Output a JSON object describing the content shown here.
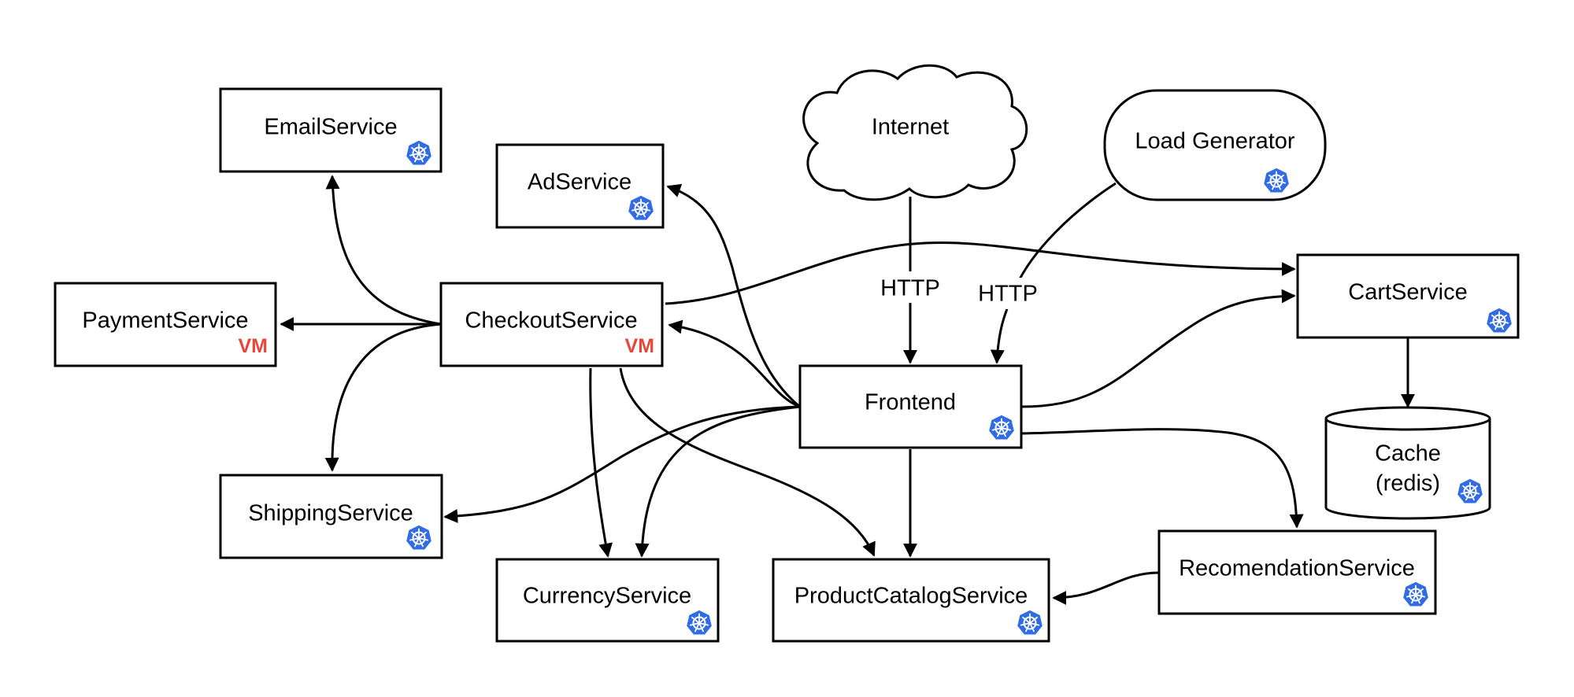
{
  "colors": {
    "k8s_badge": "#326ce5",
    "vm_label": "#e8463a",
    "line": "#000000",
    "background": "#ffffff"
  },
  "nodes": {
    "email": {
      "label": "EmailService",
      "badge": "kubernetes-icon"
    },
    "ad": {
      "label": "AdService",
      "badge": "kubernetes-icon"
    },
    "internet": {
      "label": "Internet"
    },
    "loadgen": {
      "label": "Load Generator",
      "badge": "kubernetes-icon"
    },
    "payment": {
      "label": "PaymentService",
      "badge": "VM"
    },
    "checkout": {
      "label": "CheckoutService",
      "badge": "VM"
    },
    "cart": {
      "label": "CartService",
      "badge": "kubernetes-icon"
    },
    "frontend": {
      "label": "Frontend",
      "badge": "kubernetes-icon"
    },
    "cache": {
      "label_line1": "Cache",
      "label_line2": "(redis)",
      "badge": "kubernetes-icon"
    },
    "shipping": {
      "label": "ShippingService",
      "badge": "kubernetes-icon"
    },
    "currency": {
      "label": "CurrencyService",
      "badge": "kubernetes-icon"
    },
    "catalog": {
      "label": "ProductCatalogService",
      "badge": "kubernetes-icon"
    },
    "recommend": {
      "label": "RecomendationService",
      "badge": "kubernetes-icon"
    }
  },
  "edge_labels": {
    "internet_http": "HTTP",
    "loadgen_http": "HTTP"
  },
  "edges": [
    {
      "from": "checkout",
      "to": "email"
    },
    {
      "from": "checkout",
      "to": "payment"
    },
    {
      "from": "checkout",
      "to": "shipping"
    },
    {
      "from": "checkout",
      "to": "currency"
    },
    {
      "from": "checkout",
      "to": "catalog"
    },
    {
      "from": "checkout",
      "to": "cart"
    },
    {
      "from": "frontend",
      "to": "ad"
    },
    {
      "from": "frontend",
      "to": "checkout"
    },
    {
      "from": "frontend",
      "to": "shipping"
    },
    {
      "from": "frontend",
      "to": "currency"
    },
    {
      "from": "frontend",
      "to": "catalog"
    },
    {
      "from": "frontend",
      "to": "cart"
    },
    {
      "from": "frontend",
      "to": "recommend"
    },
    {
      "from": "internet",
      "to": "frontend",
      "label": "HTTP"
    },
    {
      "from": "loadgen",
      "to": "frontend",
      "label": "HTTP"
    },
    {
      "from": "cart",
      "to": "cache"
    },
    {
      "from": "recommend",
      "to": "catalog"
    }
  ]
}
